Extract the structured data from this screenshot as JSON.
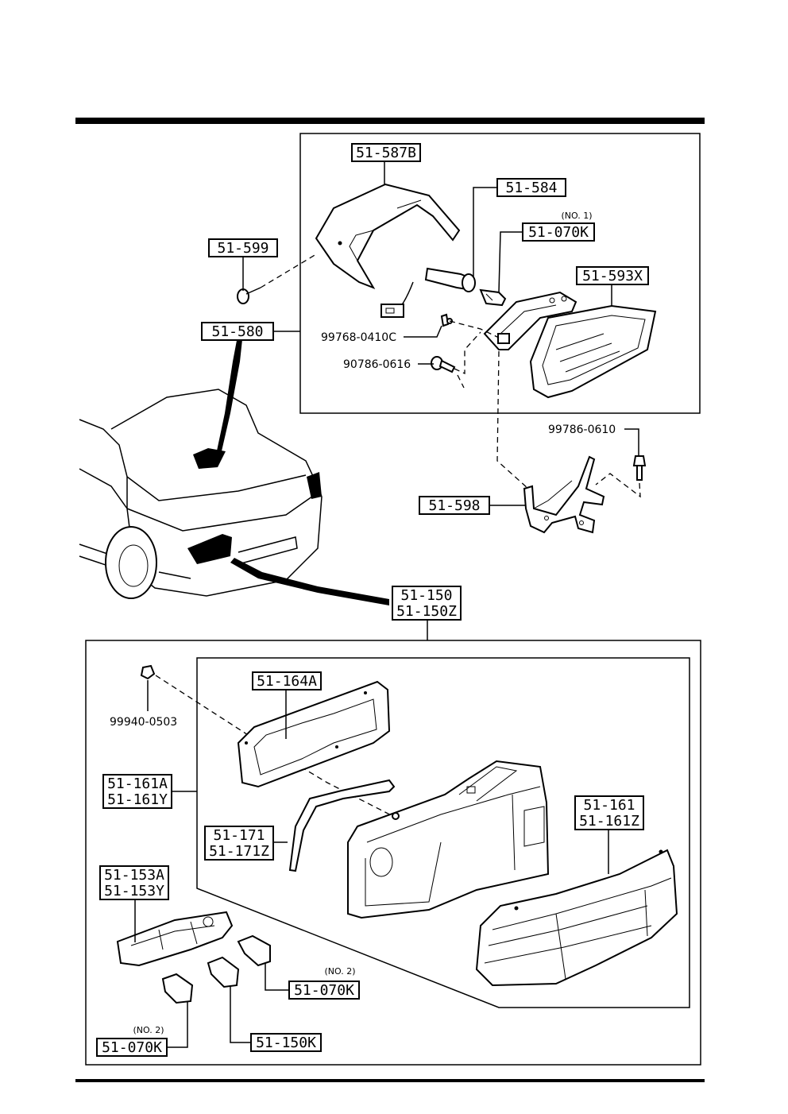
{
  "labels": {
    "p51_587B": "51-587B",
    "p51_584": "51-584",
    "p51_599": "51-599",
    "p51_070K_top": "51-070K",
    "p51_070K_top_note": "(NO. 1)",
    "p51_593X": "51-593X",
    "p51_580": "51-580",
    "p99768_0410C": "99768-0410C",
    "p90786_0616": "90786-0616",
    "p99786_0610": "99786-0610",
    "p51_598": "51-598",
    "p51_150": "51-150",
    "p51_150Z": "51-150Z",
    "p99940_0503": "99940-0503",
    "p51_164A": "51-164A",
    "p51_161A": "51-161A",
    "p51_161Y": "51-161Y",
    "p51_171": "51-171",
    "p51_171Z": "51-171Z",
    "p51_161": "51-161",
    "p51_161Z": "51-161Z",
    "p51_153A": "51-153A",
    "p51_153Y": "51-153Y",
    "p51_070K_right": "51-070K",
    "p51_070K_right_note": "(NO. 2)",
    "p51_070K_left": "51-070K",
    "p51_070K_left_note": "(NO. 2)",
    "p51_150K": "51-150K"
  }
}
